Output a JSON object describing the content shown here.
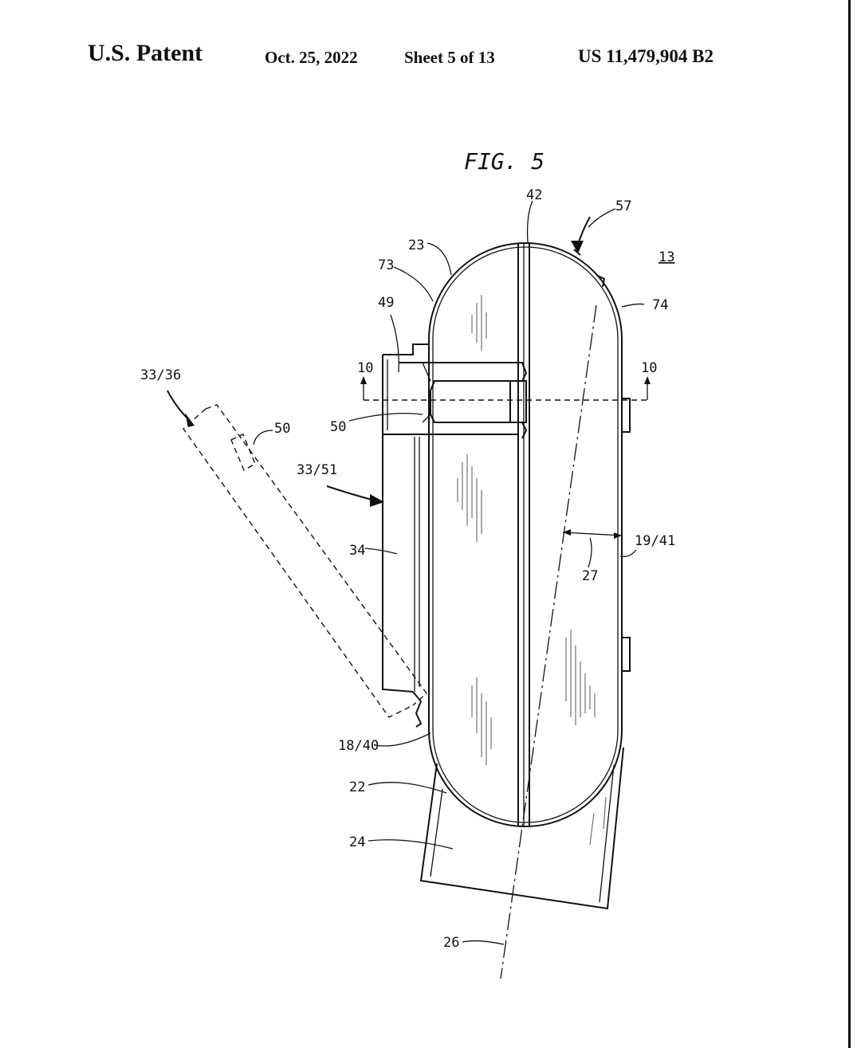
{
  "header": {
    "left": "U.S. Patent",
    "date": "Oct. 25, 2022",
    "sheet": "Sheet 5 of 13",
    "number": "US 11,479,904 B2"
  },
  "figure": {
    "title": "FIG. 5",
    "labels": {
      "l42": "42",
      "l57": "57",
      "l13": "13",
      "l23": "23",
      "l73": "73",
      "l74": "74",
      "l49": "49",
      "l10a": "10",
      "l10b": "10",
      "l3336": "33/36",
      "l50a": "50",
      "l50b": "50",
      "l3351": "33/51",
      "l34": "34",
      "l1941": "19/41",
      "l27": "27",
      "l1840": "18/40",
      "l22": "22",
      "l24": "24",
      "l26": "26"
    }
  }
}
